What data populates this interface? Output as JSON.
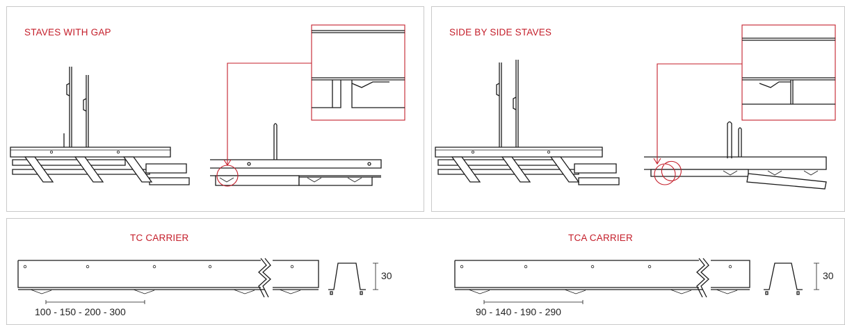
{
  "panels": {
    "staves_with_gap": {
      "title": "STAVES WITH GAP"
    },
    "side_by_side": {
      "title": "SIDE BY SIDE STAVES"
    },
    "carriers": {
      "tc": {
        "title": "TC CARRIER",
        "spacing": "100 - 150 - 200 - 300",
        "height": "30"
      },
      "tca": {
        "title": "TCA CARRIER",
        "spacing": "90 - 140 - 190 - 290",
        "height": "30"
      }
    }
  },
  "colors": {
    "accent": "#c41e2a",
    "border": "#c9c9c9",
    "line": "#1a1a1a"
  }
}
